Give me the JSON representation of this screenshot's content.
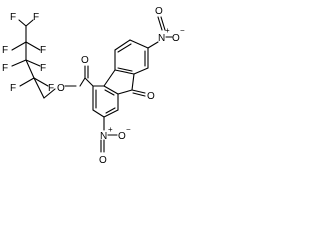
{
  "structure": {
    "atoms": {
      "F_top_left": "F",
      "F_top_right": "F",
      "F_row2_left": "F",
      "F_row2_right": "F",
      "F_row3_left": "F",
      "F_row3_right": "F",
      "F_row4_left": "F",
      "F_row4_right": "F",
      "ester_O": "O",
      "carbonyl_O": "O",
      "ketone_O": "O",
      "nitro_top_N": "N",
      "nitro_top_plus": "+",
      "nitro_top_O_dbl": "O",
      "nitro_top_O_single": "O",
      "nitro_top_minus": "−",
      "nitro_bot_N": "N",
      "nitro_bot_plus": "+",
      "nitro_bot_O_dbl": "O",
      "nitro_bot_O_single": "O",
      "nitro_bot_minus": "−"
    }
  }
}
